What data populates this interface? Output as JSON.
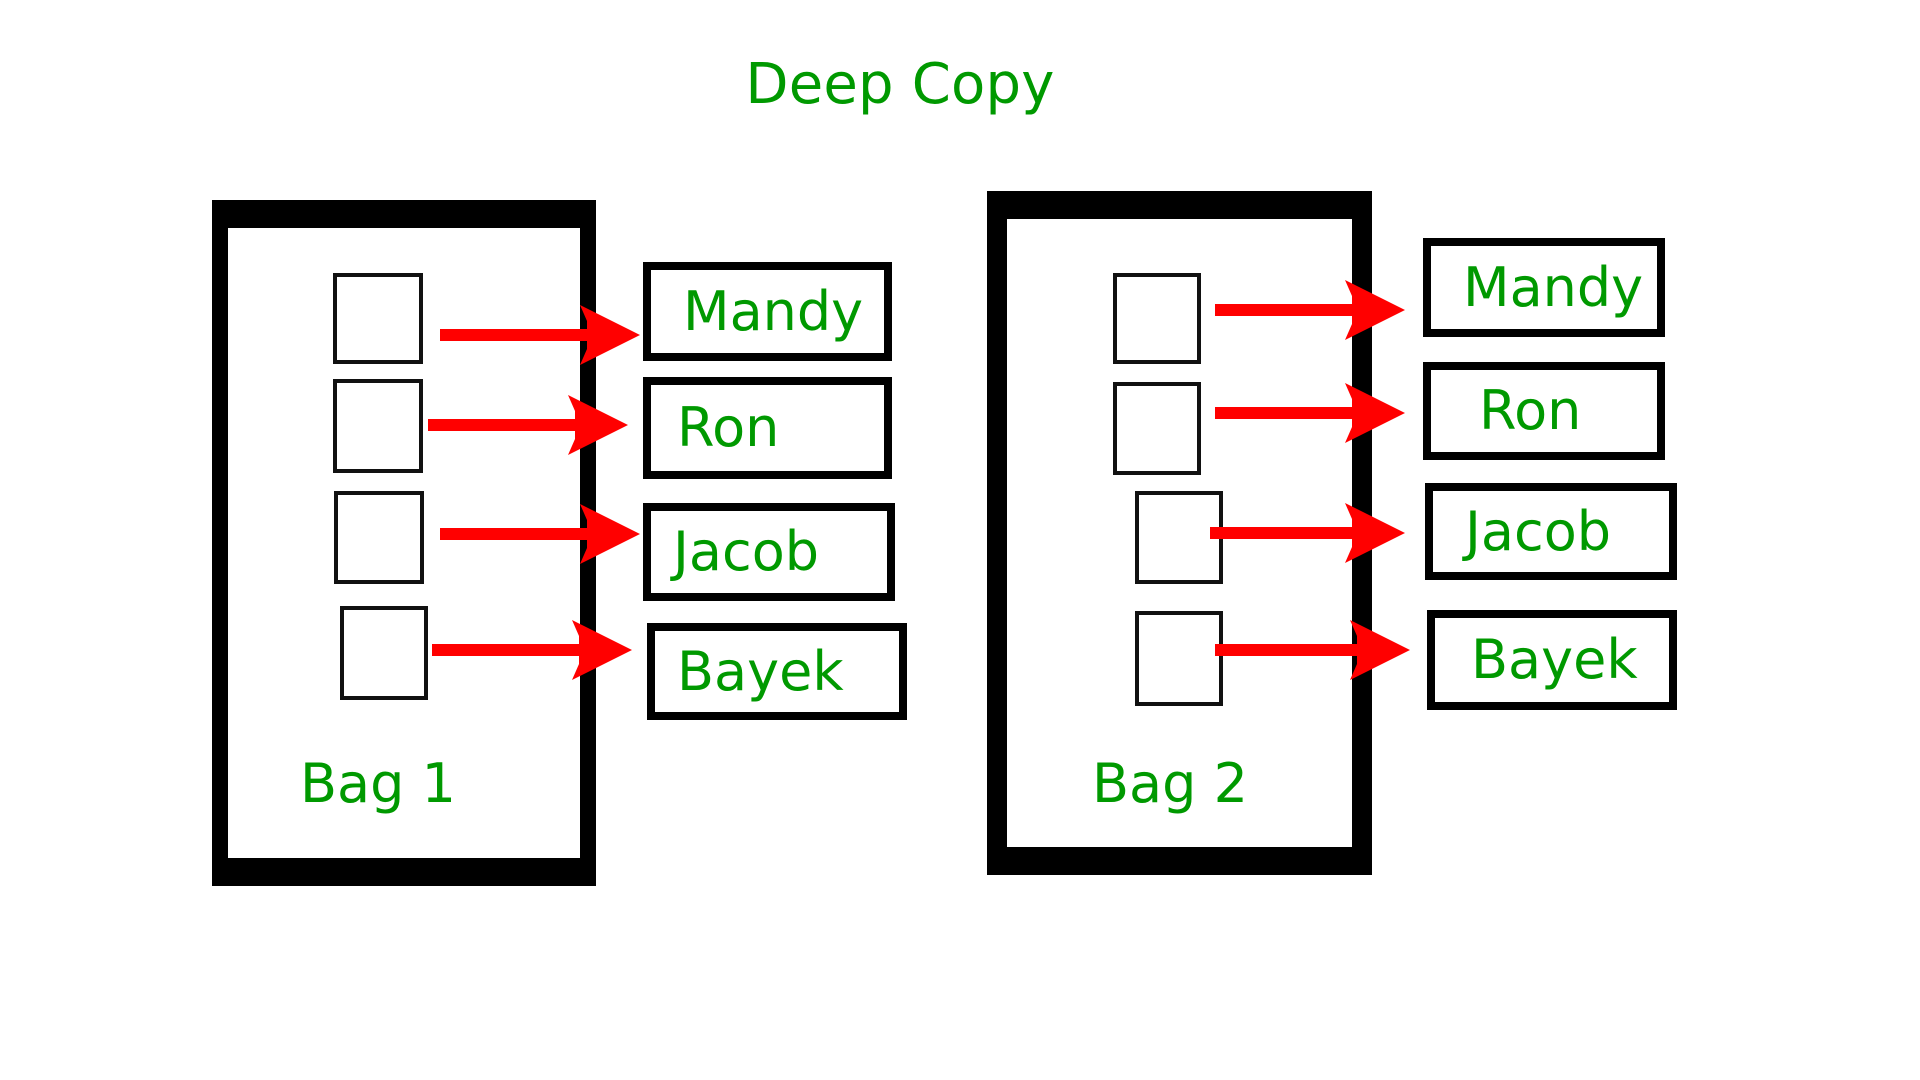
{
  "title": "Deep Copy",
  "colors": {
    "green": "#009900",
    "red": "#FF0000",
    "black": "#000000",
    "background": "#FFFFFF"
  },
  "bags": [
    {
      "label": "Bag 1",
      "slot_count": 4,
      "names": [
        "Mandy",
        "Ron",
        "Jacob",
        "Bayek"
      ]
    },
    {
      "label": "Bag 2",
      "slot_count": 4,
      "names": [
        "Mandy",
        "Ron",
        "Jacob",
        "Bayek"
      ]
    }
  ],
  "arrows": {
    "icon": "arrow-right-icon",
    "count": 8,
    "color": "#FF0000"
  }
}
